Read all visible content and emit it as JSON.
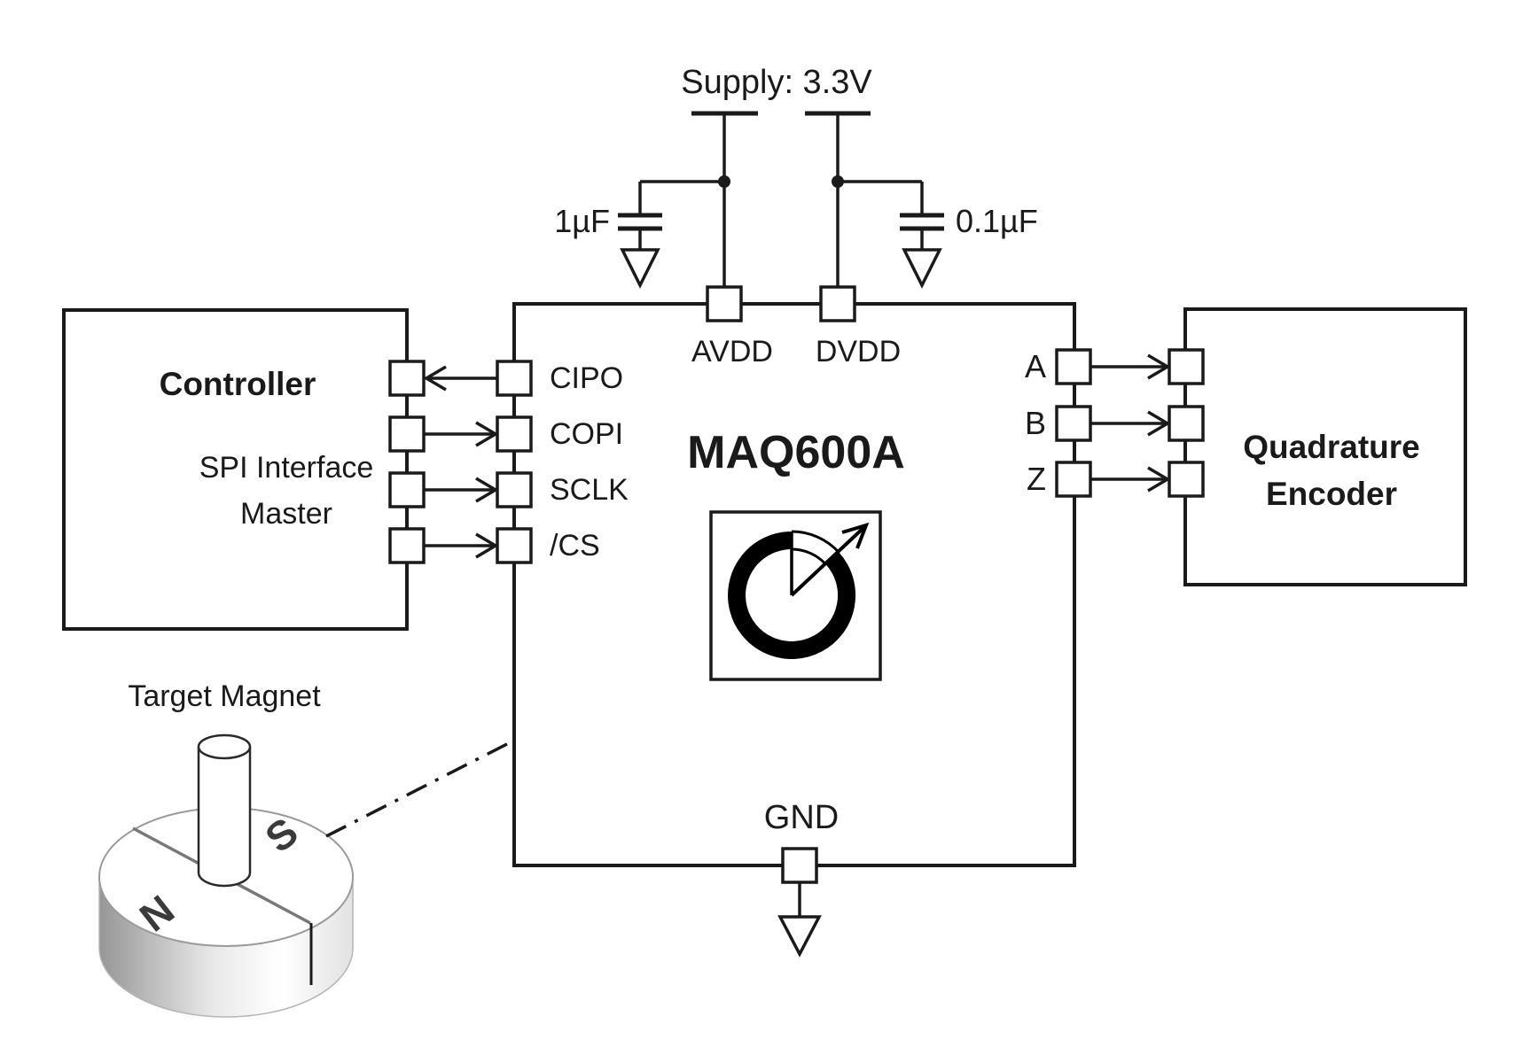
{
  "supply": {
    "label": "Supply: 3.3V",
    "voltage": "3.3V"
  },
  "capacitors": {
    "left_value": "1µF",
    "right_value": "0.1µF"
  },
  "ic": {
    "name": "MAQ600A",
    "top_pins": [
      {
        "label": "AVDD"
      },
      {
        "label": "DVDD"
      }
    ],
    "left_pins": [
      {
        "label": "CIPO"
      },
      {
        "label": "COPI"
      },
      {
        "label": "SCLK"
      },
      {
        "label": "/CS"
      }
    ],
    "right_pins": [
      {
        "label": "A"
      },
      {
        "label": "B"
      },
      {
        "label": "Z"
      }
    ],
    "bottom_pin": {
      "label": "GND"
    }
  },
  "controller": {
    "title": "Controller",
    "subtitle1": "SPI Interface",
    "subtitle2": "Master"
  },
  "encoder": {
    "title1": "Quadrature",
    "title2": "Encoder"
  },
  "magnet": {
    "label": "Target Magnet",
    "pole_north": "N",
    "pole_south": "S"
  },
  "colors": {
    "line": "#1a1a1a",
    "background": "#ffffff",
    "magnet_side_gray": "#999999",
    "magnet_outline": "#9a9a9a",
    "divider_gray": "#787878",
    "pole_text": "#3a3a3a"
  }
}
